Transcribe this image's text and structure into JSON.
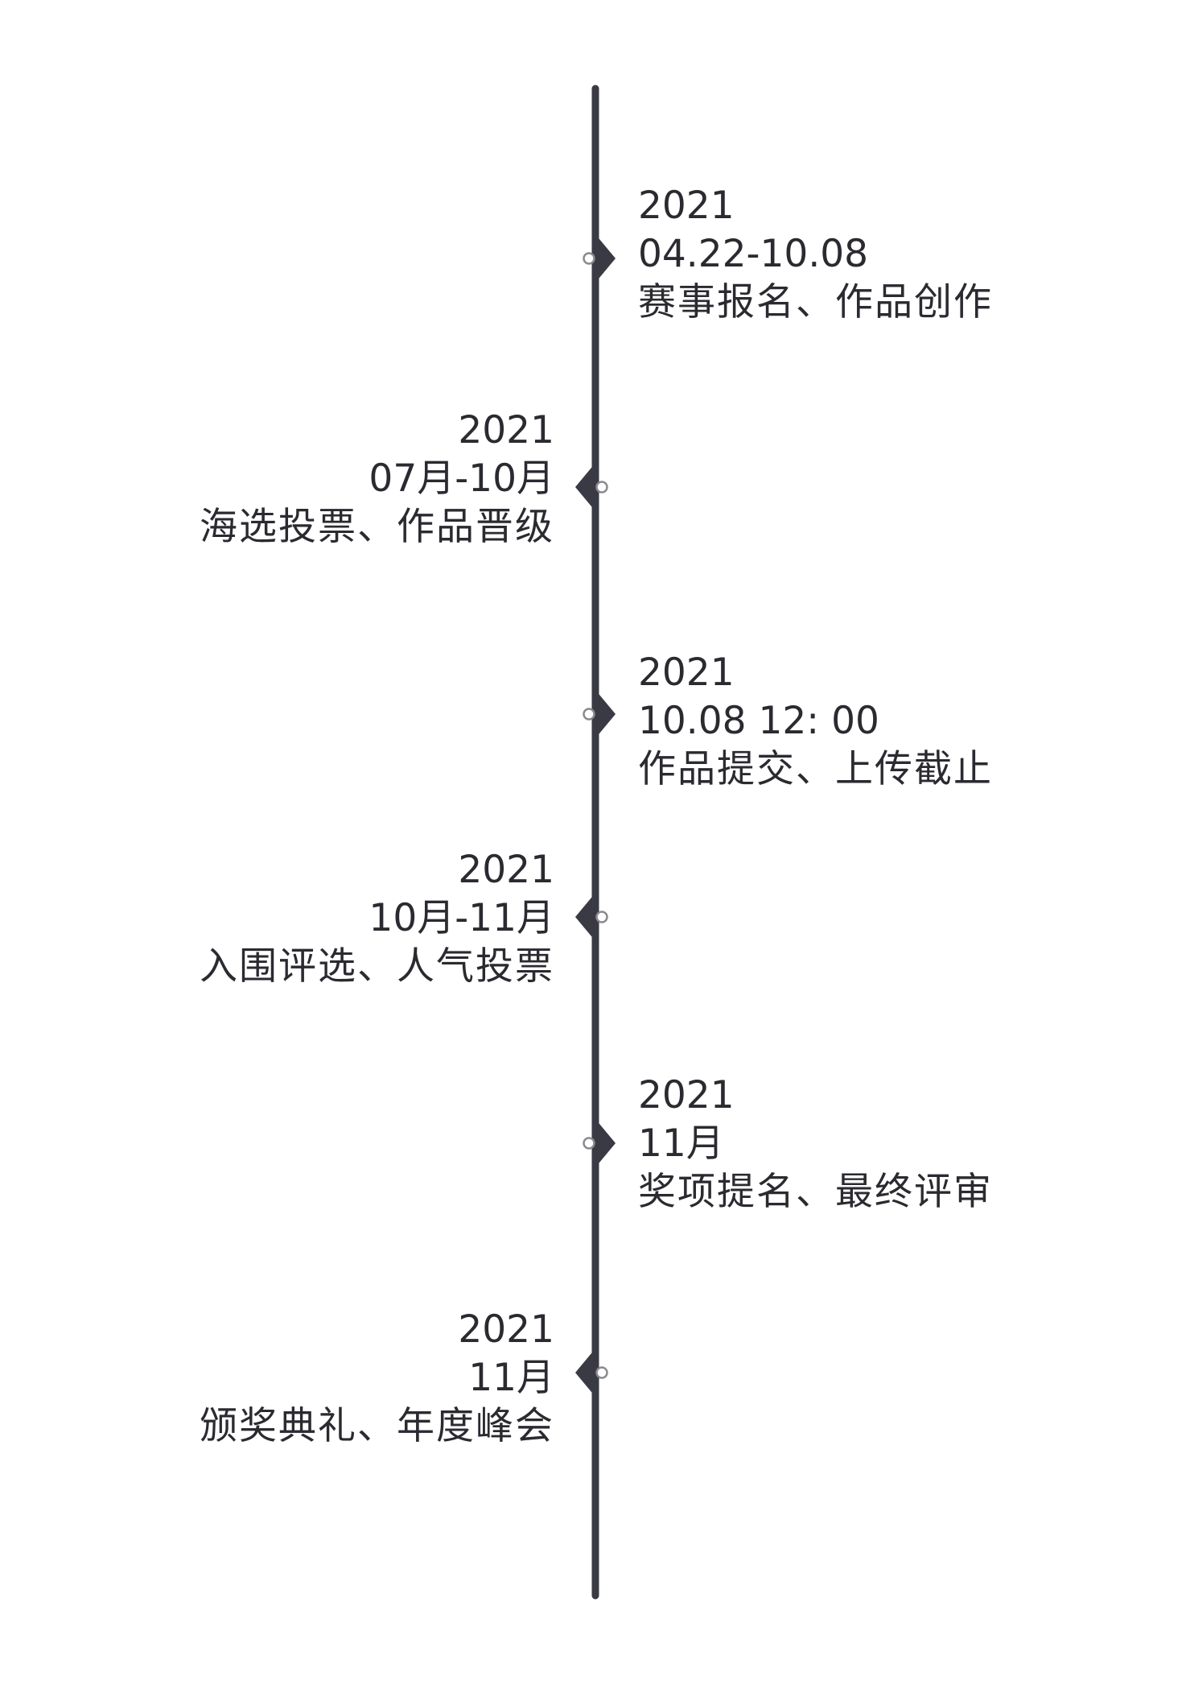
{
  "timeline": {
    "colors": {
      "axis": "#3a3a44",
      "ring": "#8a8a90",
      "text": "#2a2a30"
    },
    "events": [
      {
        "year": "2021",
        "date": "04.22-10.08",
        "title": "赛事报名、作品创作",
        "side": "right"
      },
      {
        "year": "2021",
        "date": "07月-10月",
        "title": "海选投票、作品晋级",
        "side": "left"
      },
      {
        "year": "2021",
        "date": "10.08 12: 00",
        "title": "作品提交、上传截止",
        "side": "right"
      },
      {
        "year": "2021",
        "date": "10月-11月",
        "title": "入围评选、人气投票",
        "side": "left"
      },
      {
        "year": "2021",
        "date": "11月",
        "title": "奖项提名、最终评审",
        "side": "right"
      },
      {
        "year": "2021",
        "date": "11月",
        "title": "颁奖典礼、年度峰会",
        "side": "left"
      }
    ]
  }
}
